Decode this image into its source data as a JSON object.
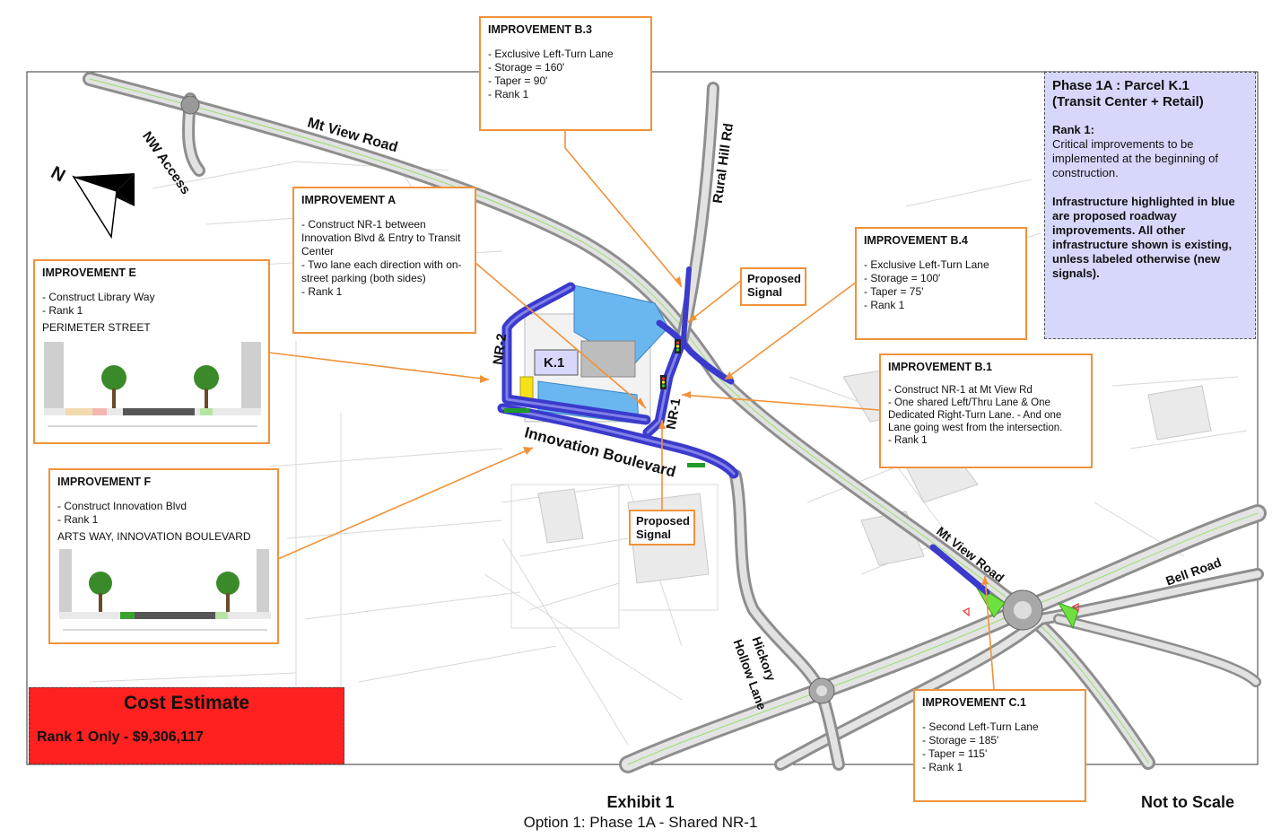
{
  "roads": {
    "mt_view_road_top": "Mt View Road",
    "mt_view_road_lower": "Mt View Road",
    "nw_access": "NW Access",
    "rural_hill_rd": "Rural Hill Rd",
    "innovation_blvd": "Innovation Boulevard",
    "hickory_hollow_line1": "Hickory",
    "hickory_hollow_line2": "Hollow Lane",
    "bell_road": "Bell Road",
    "nr1": "NR-1",
    "nr2": "NR-2",
    "parcel_k1": "K.1"
  },
  "north_arrow_label": "N",
  "improvements": {
    "b3": {
      "title": "IMPROVEMENT B.3",
      "lines": [
        "- Exclusive Left-Turn Lane",
        "- Storage = 160'",
        "- Taper = 90'",
        "- Rank 1"
      ]
    },
    "a": {
      "title": "IMPROVEMENT A",
      "lines": [
        "- Construct NR-1 between Innovation Blvd & Entry to Transit Center",
        "- Two lane each direction with on-street parking (both sides)",
        "- Rank 1"
      ]
    },
    "e": {
      "title": "IMPROVEMENT E",
      "lines": [
        "- Construct Library Way",
        "- Rank 1"
      ]
    },
    "f": {
      "title": "IMPROVEMENT F",
      "lines": [
        "- Construct Innovation Blvd",
        "- Rank 1"
      ]
    },
    "b4": {
      "title": "IMPROVEMENT B.4",
      "lines": [
        "- Exclusive Left-Turn Lane",
        "- Storage = 100'",
        "- Taper = 75'",
        "- Rank 1"
      ]
    },
    "b1": {
      "title": "IMPROVEMENT B.1",
      "lines": [
        "- Construct NR-1 at Mt View Rd",
        "- One shared Left/Thru Lane & One Dedicated Right-Turn Lane. - And one Lane going west from the intersection.",
        "- Rank 1"
      ]
    },
    "c1": {
      "title": "IMPROVEMENT C.1",
      "lines": [
        "- Second Left-Turn Lane",
        "- Storage = 185'",
        "- Taper = 115'",
        "- Rank 1"
      ]
    }
  },
  "cross_sections": {
    "e_caption": "PERIMETER STREET",
    "f_caption": "ARTS WAY, INNOVATION BOULEVARD"
  },
  "signals": {
    "upper": {
      "line1": "Proposed",
      "line2": "Signal"
    },
    "lower": {
      "line1": "Proposed",
      "line2": "Signal"
    }
  },
  "phase": {
    "title_line1": "Phase 1A : Parcel K.1",
    "title_line2": "(Transit Center + Retail)",
    "rank_heading": "Rank 1:",
    "rank_text": "Critical improvements to be implemented at the beginning of construction.",
    "note": "Infrastructure highlighted in blue are proposed roadway improvements. All other infrastructure shown is existing, unless labeled otherwise (new signals)."
  },
  "cost": {
    "title": "Cost Estimate",
    "line": "Rank 1 Only -  $9,306,117"
  },
  "footer": {
    "title": "Exhibit 1",
    "subtitle": "Option 1: Phase 1A - Shared NR-1",
    "scale": "Not to Scale"
  },
  "colors": {
    "callout_border": "#f0923a",
    "proposed_road": "#3a3acc",
    "existing_road": "#9a9a9a",
    "phase_box": "#d7d7fb",
    "cost_box": "#ff2020",
    "turn_pocket": "#6ee040"
  }
}
